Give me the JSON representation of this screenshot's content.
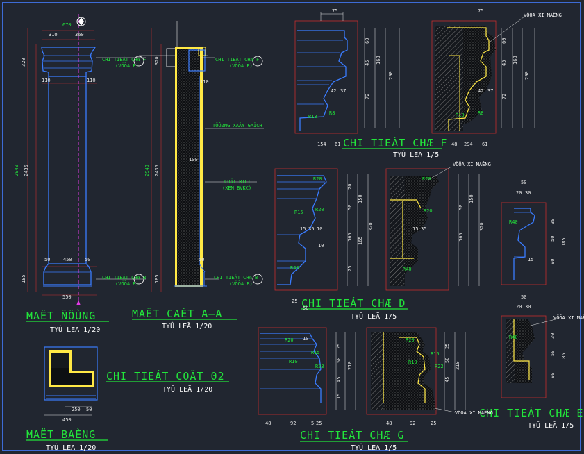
{
  "titles": {
    "elevation": "MAËT ÑÖÙNG",
    "section": "MAËT CAÉT A–A",
    "detail_f": "CHI TIEÁT CHÆ F",
    "detail_d": "CHI TIEÁT CHÆ D",
    "detail_g": "CHI TIEÁT CHÆ G",
    "detail_e": "CHI TIEÁT CHÆ E",
    "col02": "CHI TIEÁT COÄT 02",
    "plan": "MAËT BAÈNG"
  },
  "scales": {
    "s20": "TYÛ LEÄ 1/20",
    "s5": "TYÛ LEÄ 1/5"
  },
  "labels": {
    "chi_tiet_f": "CHI TIEÁT CHÆ F",
    "voda_f": "(VÖÕA F)",
    "chi_tiet_b": "CHI TIEÁT CHÆ B",
    "voda_b": "(VÖÕA B)",
    "wall": "TÖÔØNG XAÂY GAÏCH",
    "concrete": "COÄT BTCT",
    "concrete_note": "(XEM BVKC)",
    "mortar": "VÖÕA XI MAÊNG"
  },
  "dims": {
    "d670": "670",
    "d310": "310",
    "d360": "360",
    "d320": "320",
    "d110": "110",
    "d2940": "2940",
    "d2435": "2435",
    "d50": "50",
    "d450": "450",
    "d185": "185",
    "d550": "550",
    "d100": "100",
    "d250": "250",
    "d75": "75",
    "d60": "60",
    "d45": "45",
    "d15": "15",
    "d72": "72",
    "d168": "168",
    "d290": "290",
    "d42": "42",
    "d37": "37",
    "d154": "154",
    "d61": "61",
    "d48": "48",
    "d294": "294",
    "d25": "25",
    "d35": "35",
    "d150": "150",
    "d165": "165",
    "d10": "10",
    "d30": "30",
    "d92": "92",
    "d5": "5",
    "d20": "20",
    "d90": "90",
    "d210": "210",
    "r20": "R20",
    "r15": "R15",
    "r10": "R10",
    "r40": "R40",
    "r8": "R8",
    "r18": "R18",
    "r23": "R23",
    "r22": "R22"
  }
}
